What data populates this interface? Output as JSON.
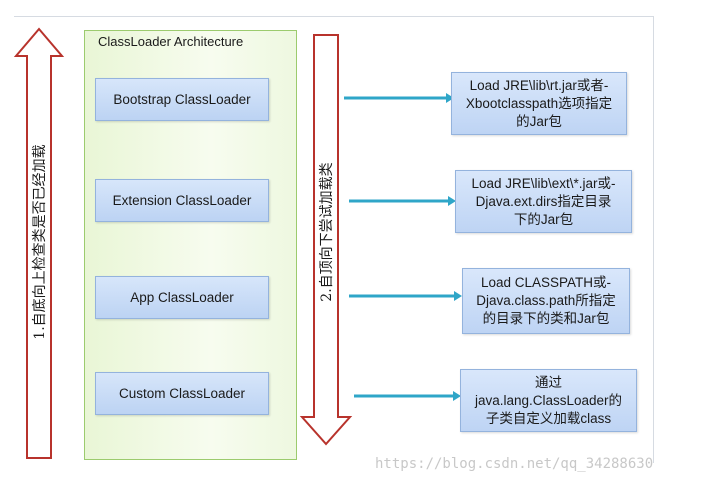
{
  "architecture_title": "ClassLoader Architecture",
  "loaders": [
    {
      "label": "Bootstrap ClassLoader"
    },
    {
      "label": "Extension ClassLoader"
    },
    {
      "label": "App ClassLoader"
    },
    {
      "label": "Custom ClassLoader"
    }
  ],
  "descriptions": [
    {
      "text": "Load JRE\\lib\\rt.jar或者-\nXbootclasspath选项指定\n的Jar包"
    },
    {
      "text": "Load JRE\\lib\\ext\\*.jar或-\nDjava.ext.dirs指定目录\n下的Jar包"
    },
    {
      "text": "Load CLASSPATH或-\nDjava.class.path所指定\n的目录下的类和Jar包"
    },
    {
      "text": "通过\njava.lang.ClassLoader的\n子类自定义加载class"
    }
  ],
  "left_arrow_label": "1.自底向上检查类是否已经加载",
  "middle_arrow_label": "2.自顶向下尝试加载类",
  "watermark": "https://blog.csdn.net/qq_34288630",
  "colors": {
    "arrow_stroke": "#b8332c",
    "connector": "#2fa6c8",
    "box_border": "#94b3dd",
    "panel_border": "#9ccb6e"
  }
}
